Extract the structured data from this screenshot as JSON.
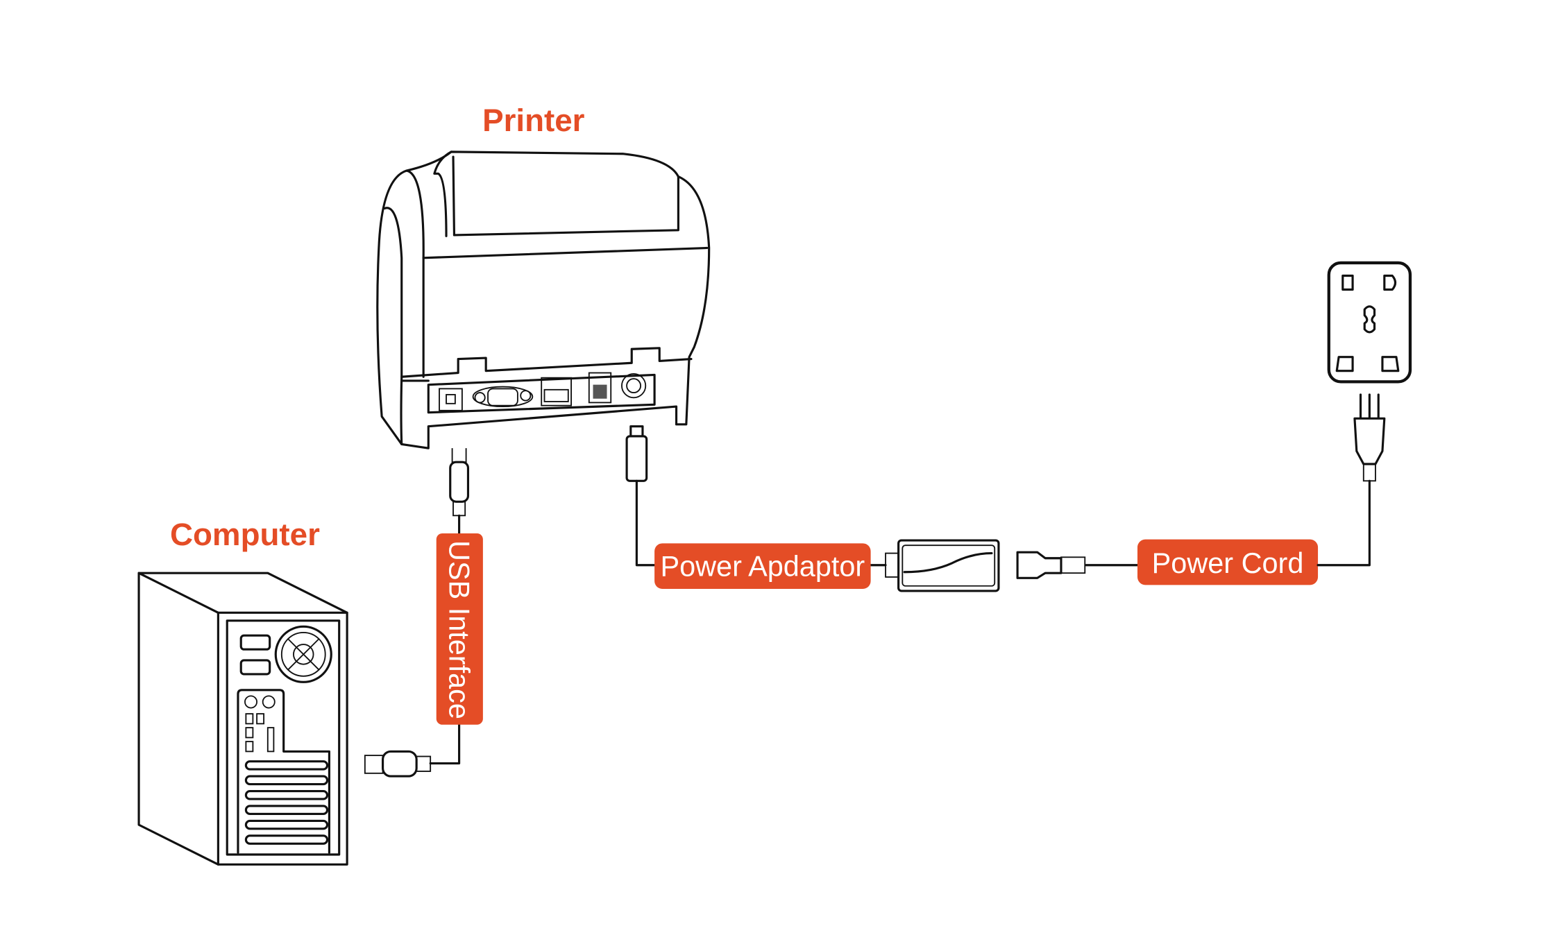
{
  "colors": {
    "accent": "#E44D26",
    "line": "#111111"
  },
  "titles": {
    "printer": "Printer",
    "computer": "Computer"
  },
  "labels": {
    "usb": "USB Interface",
    "power_adaptor": "Power Apdaptor",
    "power_cord": "Power Cord"
  }
}
